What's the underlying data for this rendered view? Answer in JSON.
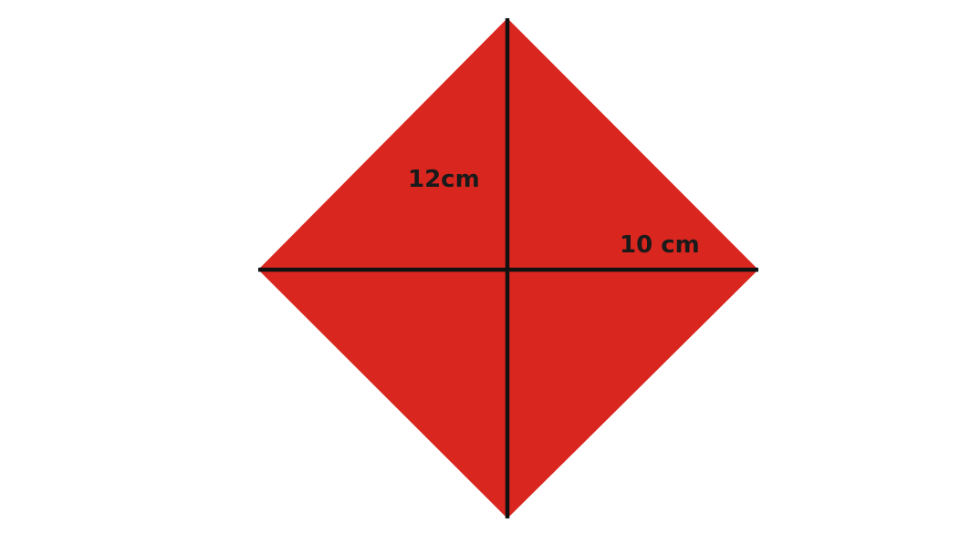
{
  "figure": {
    "shape": "rhombus",
    "fill_color": "#d9261f",
    "line_color": "#111111",
    "labels": {
      "vertical": "12cm",
      "horizontal": "10 cm"
    }
  }
}
